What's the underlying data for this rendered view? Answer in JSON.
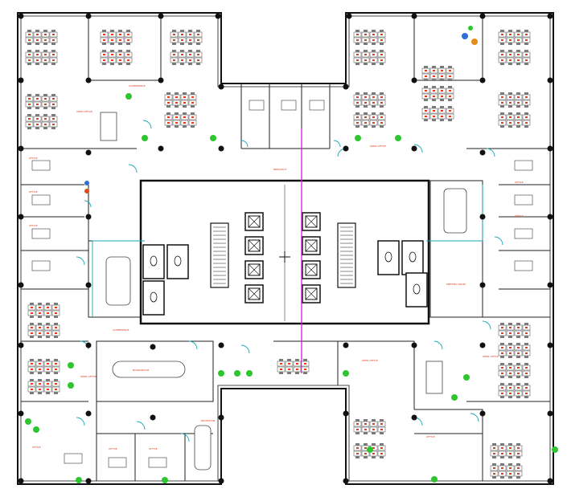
{
  "floor_plan": {
    "room_labels": [
      "CONFERENCE",
      "OFFICE",
      "OFFICE",
      "OFFICE",
      "OFFICE",
      "OFFICE",
      "MEETING ROOM",
      "OPEN OFFICE",
      "OPEN OFFICE",
      "OPEN OFFICE",
      "BOARDROOM",
      "CONFERENCE",
      "RECEPTION",
      "OFFICE",
      "OFFICE",
      "OFFICE",
      "OFFICE",
      "OPEN OFFICE",
      "OPEN OFFICE",
      "BREAKOUT"
    ],
    "colors": {
      "wall": "#111111",
      "furniture": "#555555",
      "label": "#d83a1f",
      "door_swing": "#15a7b8",
      "plant": "#2ec62e",
      "corridor_line": "#d319d3"
    }
  }
}
